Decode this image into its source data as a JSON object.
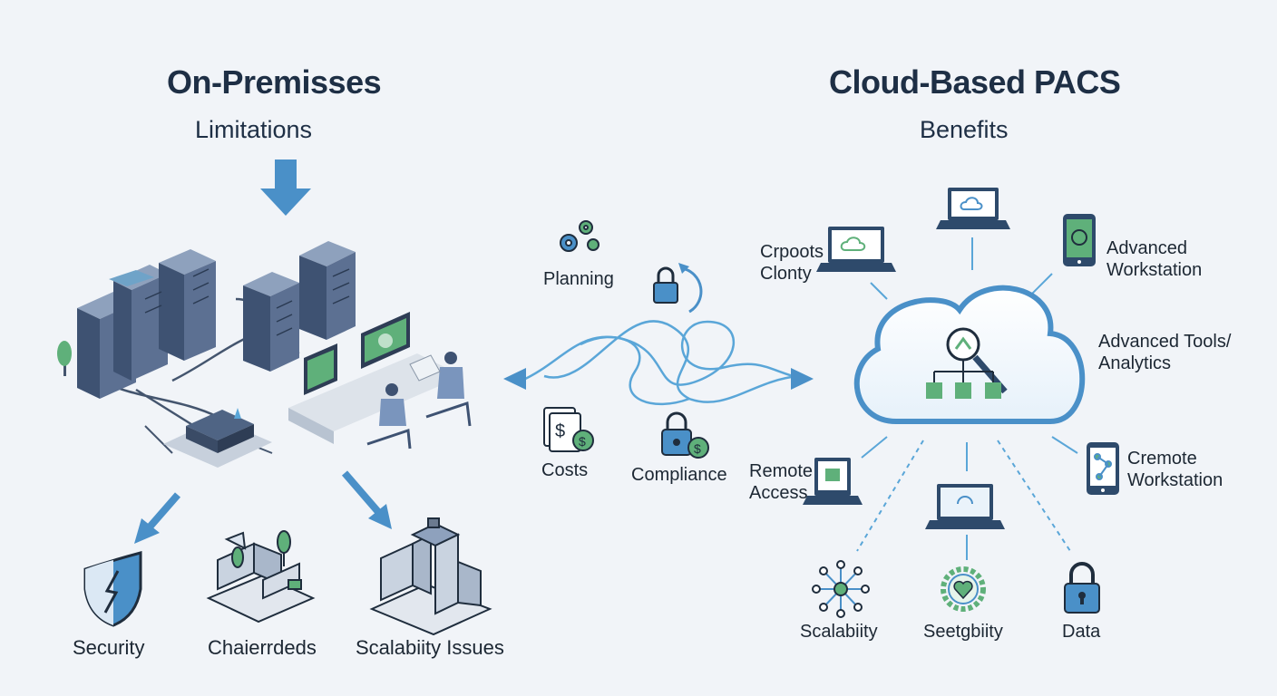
{
  "left": {
    "title": "On-Premisses",
    "subtitle": "Limitations",
    "items": [
      {
        "label": "Security",
        "icon": "shield-icon"
      },
      {
        "label": "Chaierrdeds",
        "icon": "building-icon"
      },
      {
        "label": "Scalabiity Issues",
        "icon": "office-tower-icon"
      }
    ]
  },
  "middle": {
    "items": [
      {
        "label": "Planning",
        "icon": "gears-icon"
      },
      {
        "label": "Costs",
        "icon": "dollar-docs-icon"
      },
      {
        "label": "Compliance",
        "icon": "lock-dollar-icon"
      }
    ]
  },
  "right": {
    "title": "Cloud-Based PACS",
    "subtitle": "Benefits",
    "nodes": [
      {
        "label": "Crpoots\nClonty",
        "icon": "laptop-icon"
      },
      {
        "label": "Advanced\nWorkstation",
        "icon": "tablet-icon"
      },
      {
        "label": "Advanced Tools/\nAnalytics",
        "icon": "analytics-icon"
      },
      {
        "label": "Remote\nAccess",
        "icon": "laptop-icon"
      },
      {
        "label": "Cremote\nWorkstation",
        "icon": "tablet-icon"
      }
    ],
    "bottom": [
      {
        "label": "Scalabiity",
        "icon": "network-icon"
      },
      {
        "label": "Seetgbiity",
        "icon": "heart-gear-icon"
      },
      {
        "label": "Data",
        "icon": "padlock-icon"
      }
    ]
  },
  "colors": {
    "accent_blue": "#4a90c8",
    "accent_green": "#5fb07a",
    "navy": "#2e4a6b",
    "server": "#4f6484"
  }
}
